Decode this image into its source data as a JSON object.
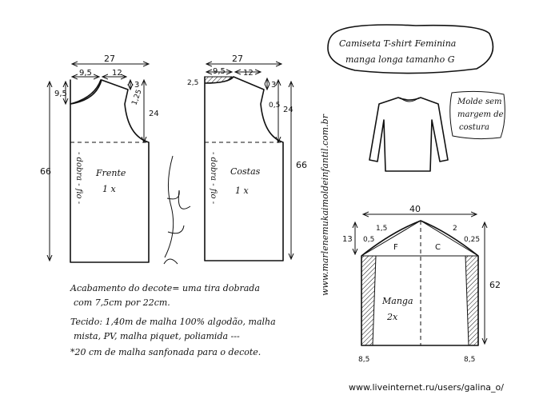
{
  "title": {
    "line1": "Camiseta T-shirt Feminina",
    "line2": "manga longa tamanho G"
  },
  "mold_note": [
    "Molde sem",
    "margem de",
    "costura"
  ],
  "front": {
    "name": "Frente",
    "qty": "1 x",
    "width": "27",
    "neck_width": "9,5",
    "shoulder": "12",
    "neck_depth": "9,5",
    "shoulder_drop": "3",
    "armhole_curve": "1,25",
    "armhole_depth": "24",
    "length": "66",
    "fold_label": "- dobra - fio -"
  },
  "back": {
    "name": "Costas",
    "qty": "1 x",
    "width": "27",
    "neck_width": "9,5",
    "shoulder": "12",
    "neck_depth": "2,5",
    "shoulder_drop": "3",
    "armhole_curve": "0,5",
    "armhole_depth": "24",
    "length": "66",
    "fold_label": "- dobra - fio -"
  },
  "sleeve": {
    "name": "Manga",
    "qty": "2x",
    "width": "40",
    "cap_height": "13",
    "front_curve": "1,5",
    "back_curve": "2",
    "front_edge": "0,5",
    "back_edge": "0,25",
    "front_mark": "F",
    "back_mark": "C",
    "length": "62",
    "cuff_left": "8,5",
    "cuff_right": "8,5"
  },
  "website": "www.marlenemukaimoldeinfantil.com.br",
  "notes": [
    "Acabamento do decote= uma tira dobrada",
    "com 7,5cm por 22cm.",
    "Tecido: 1,40m de malha 100% algodão, malha",
    "mista, PV, malha piquet, poliamida ---",
    "*20 cm de malha sanfonada para o decote."
  ],
  "watermark": "www.liveinternet.ru/users/galina_o/"
}
